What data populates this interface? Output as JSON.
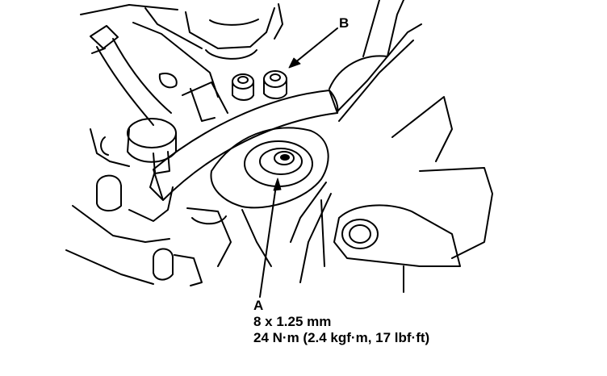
{
  "diagram": {
    "labels": {
      "b": "B",
      "a": "A"
    },
    "specs": {
      "thread": "8 x 1.25 mm",
      "torque": "24 N·m (2.4 kgf·m, 17 lbf·ft)"
    },
    "colors": {
      "ink": "#000000",
      "paper": "#ffffff"
    }
  }
}
